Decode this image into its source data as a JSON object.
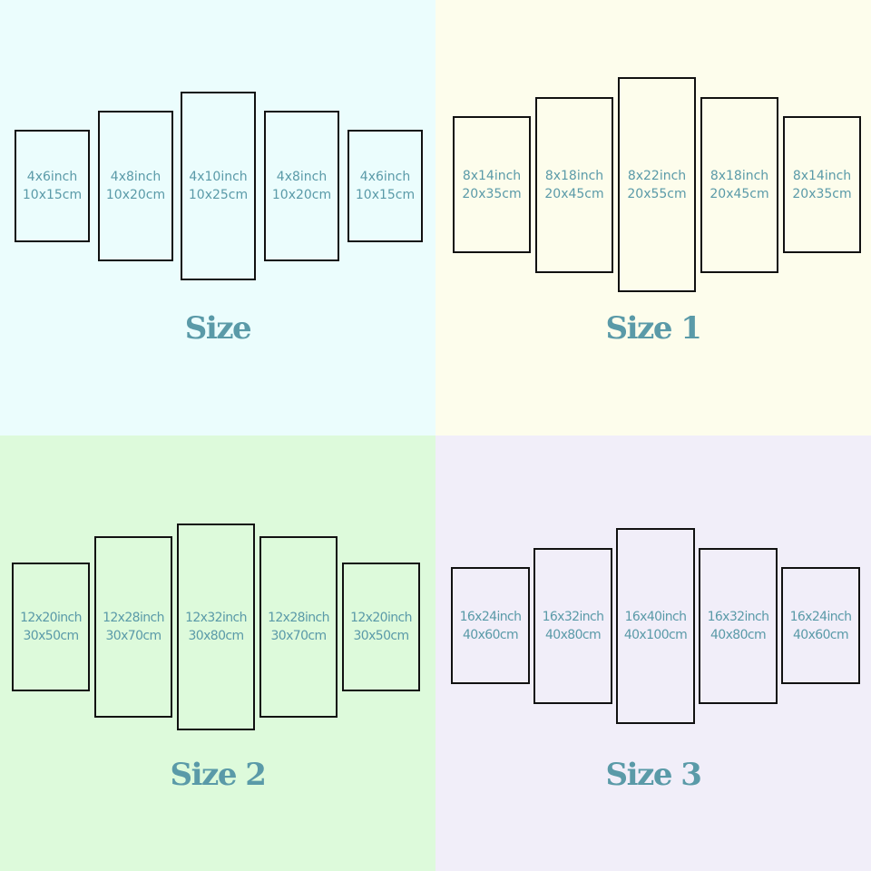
{
  "colors": {
    "text": "#5a9aa8",
    "panel_border": "#111111",
    "bg_size": "#ebfdfd",
    "bg_size1": "#fdfdec",
    "bg_size2": "#ddfadb",
    "bg_size3": "#f1eef9"
  },
  "sections": [
    {
      "title": "Size",
      "panels": [
        {
          "inch": "4x6inch",
          "cm": "10x15cm"
        },
        {
          "inch": "4x8inch",
          "cm": "10x20cm"
        },
        {
          "inch": "4x10inch",
          "cm": "10x25cm"
        },
        {
          "inch": "4x8inch",
          "cm": "10x20cm"
        },
        {
          "inch": "4x6inch",
          "cm": "10x15cm"
        }
      ]
    },
    {
      "title": "Size 1",
      "panels": [
        {
          "inch": "8x14inch",
          "cm": "20x35cm"
        },
        {
          "inch": "8x18inch",
          "cm": "20x45cm"
        },
        {
          "inch": "8x22inch",
          "cm": "20x55cm"
        },
        {
          "inch": "8x18inch",
          "cm": "20x45cm"
        },
        {
          "inch": "8x14inch",
          "cm": "20x35cm"
        }
      ]
    },
    {
      "title": "Size 2",
      "panels": [
        {
          "inch": "12x20inch",
          "cm": "30x50cm"
        },
        {
          "inch": "12x28inch",
          "cm": "30x70cm"
        },
        {
          "inch": "12x32inch",
          "cm": "30x80cm"
        },
        {
          "inch": "12x28inch",
          "cm": "30x70cm"
        },
        {
          "inch": "12x20inch",
          "cm": "30x50cm"
        }
      ]
    },
    {
      "title": "Size 3",
      "panels": [
        {
          "inch": "16x24inch",
          "cm": "40x60cm"
        },
        {
          "inch": "16x32inch",
          "cm": "40x80cm"
        },
        {
          "inch": "16x40inch",
          "cm": "40x100cm"
        },
        {
          "inch": "16x32inch",
          "cm": "40x80cm"
        },
        {
          "inch": "16x24inch",
          "cm": "40x60cm"
        }
      ]
    }
  ]
}
